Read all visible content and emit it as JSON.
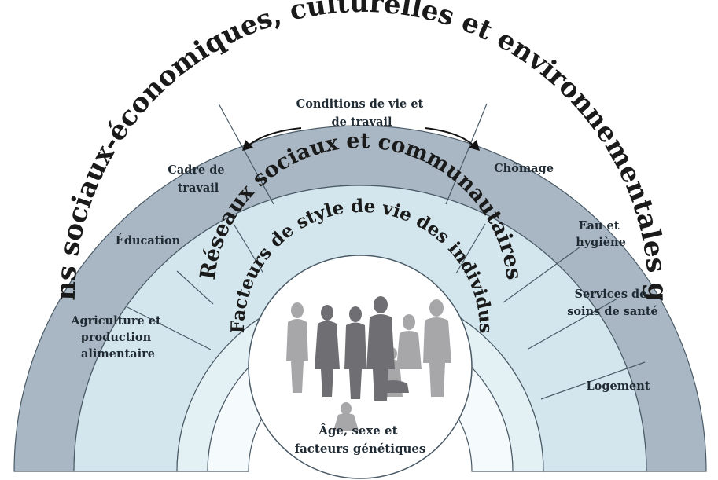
{
  "outer_ring": {
    "title": "Conditions sociaux-économiques, culturelles et environnementales générales"
  },
  "living_conditions": {
    "header": [
      "Conditions de vie et",
      "de travail"
    ],
    "segments": [
      {
        "lines": [
          "Agriculture et",
          "production",
          "alimentaire"
        ]
      },
      {
        "lines": [
          "Éducation"
        ]
      },
      {
        "lines": [
          "Cadre de",
          "travail"
        ]
      },
      {
        "lines": [
          "Chômage"
        ]
      },
      {
        "lines": [
          "Eau et",
          "hygiène"
        ]
      },
      {
        "lines": [
          "Services de",
          "soins de santé"
        ]
      },
      {
        "lines": [
          "Logement"
        ]
      }
    ]
  },
  "social_networks": {
    "title": "Réseaux sociaux et communautaires"
  },
  "lifestyle": {
    "title": "Facteurs de style de vie des individus"
  },
  "core": {
    "lines": [
      "Âge, sexe et",
      "facteurs génétiques"
    ]
  },
  "colors": {
    "outer": "#a8b7c3",
    "living": "#d4e6ed",
    "social": "#e3f0f4",
    "lifestyle": "#f5fafc",
    "core": "#ffffff",
    "stroke": "#4a5a66",
    "silhouette_dark": "#6f6f73",
    "silhouette_light": "#a7a7aa"
  }
}
